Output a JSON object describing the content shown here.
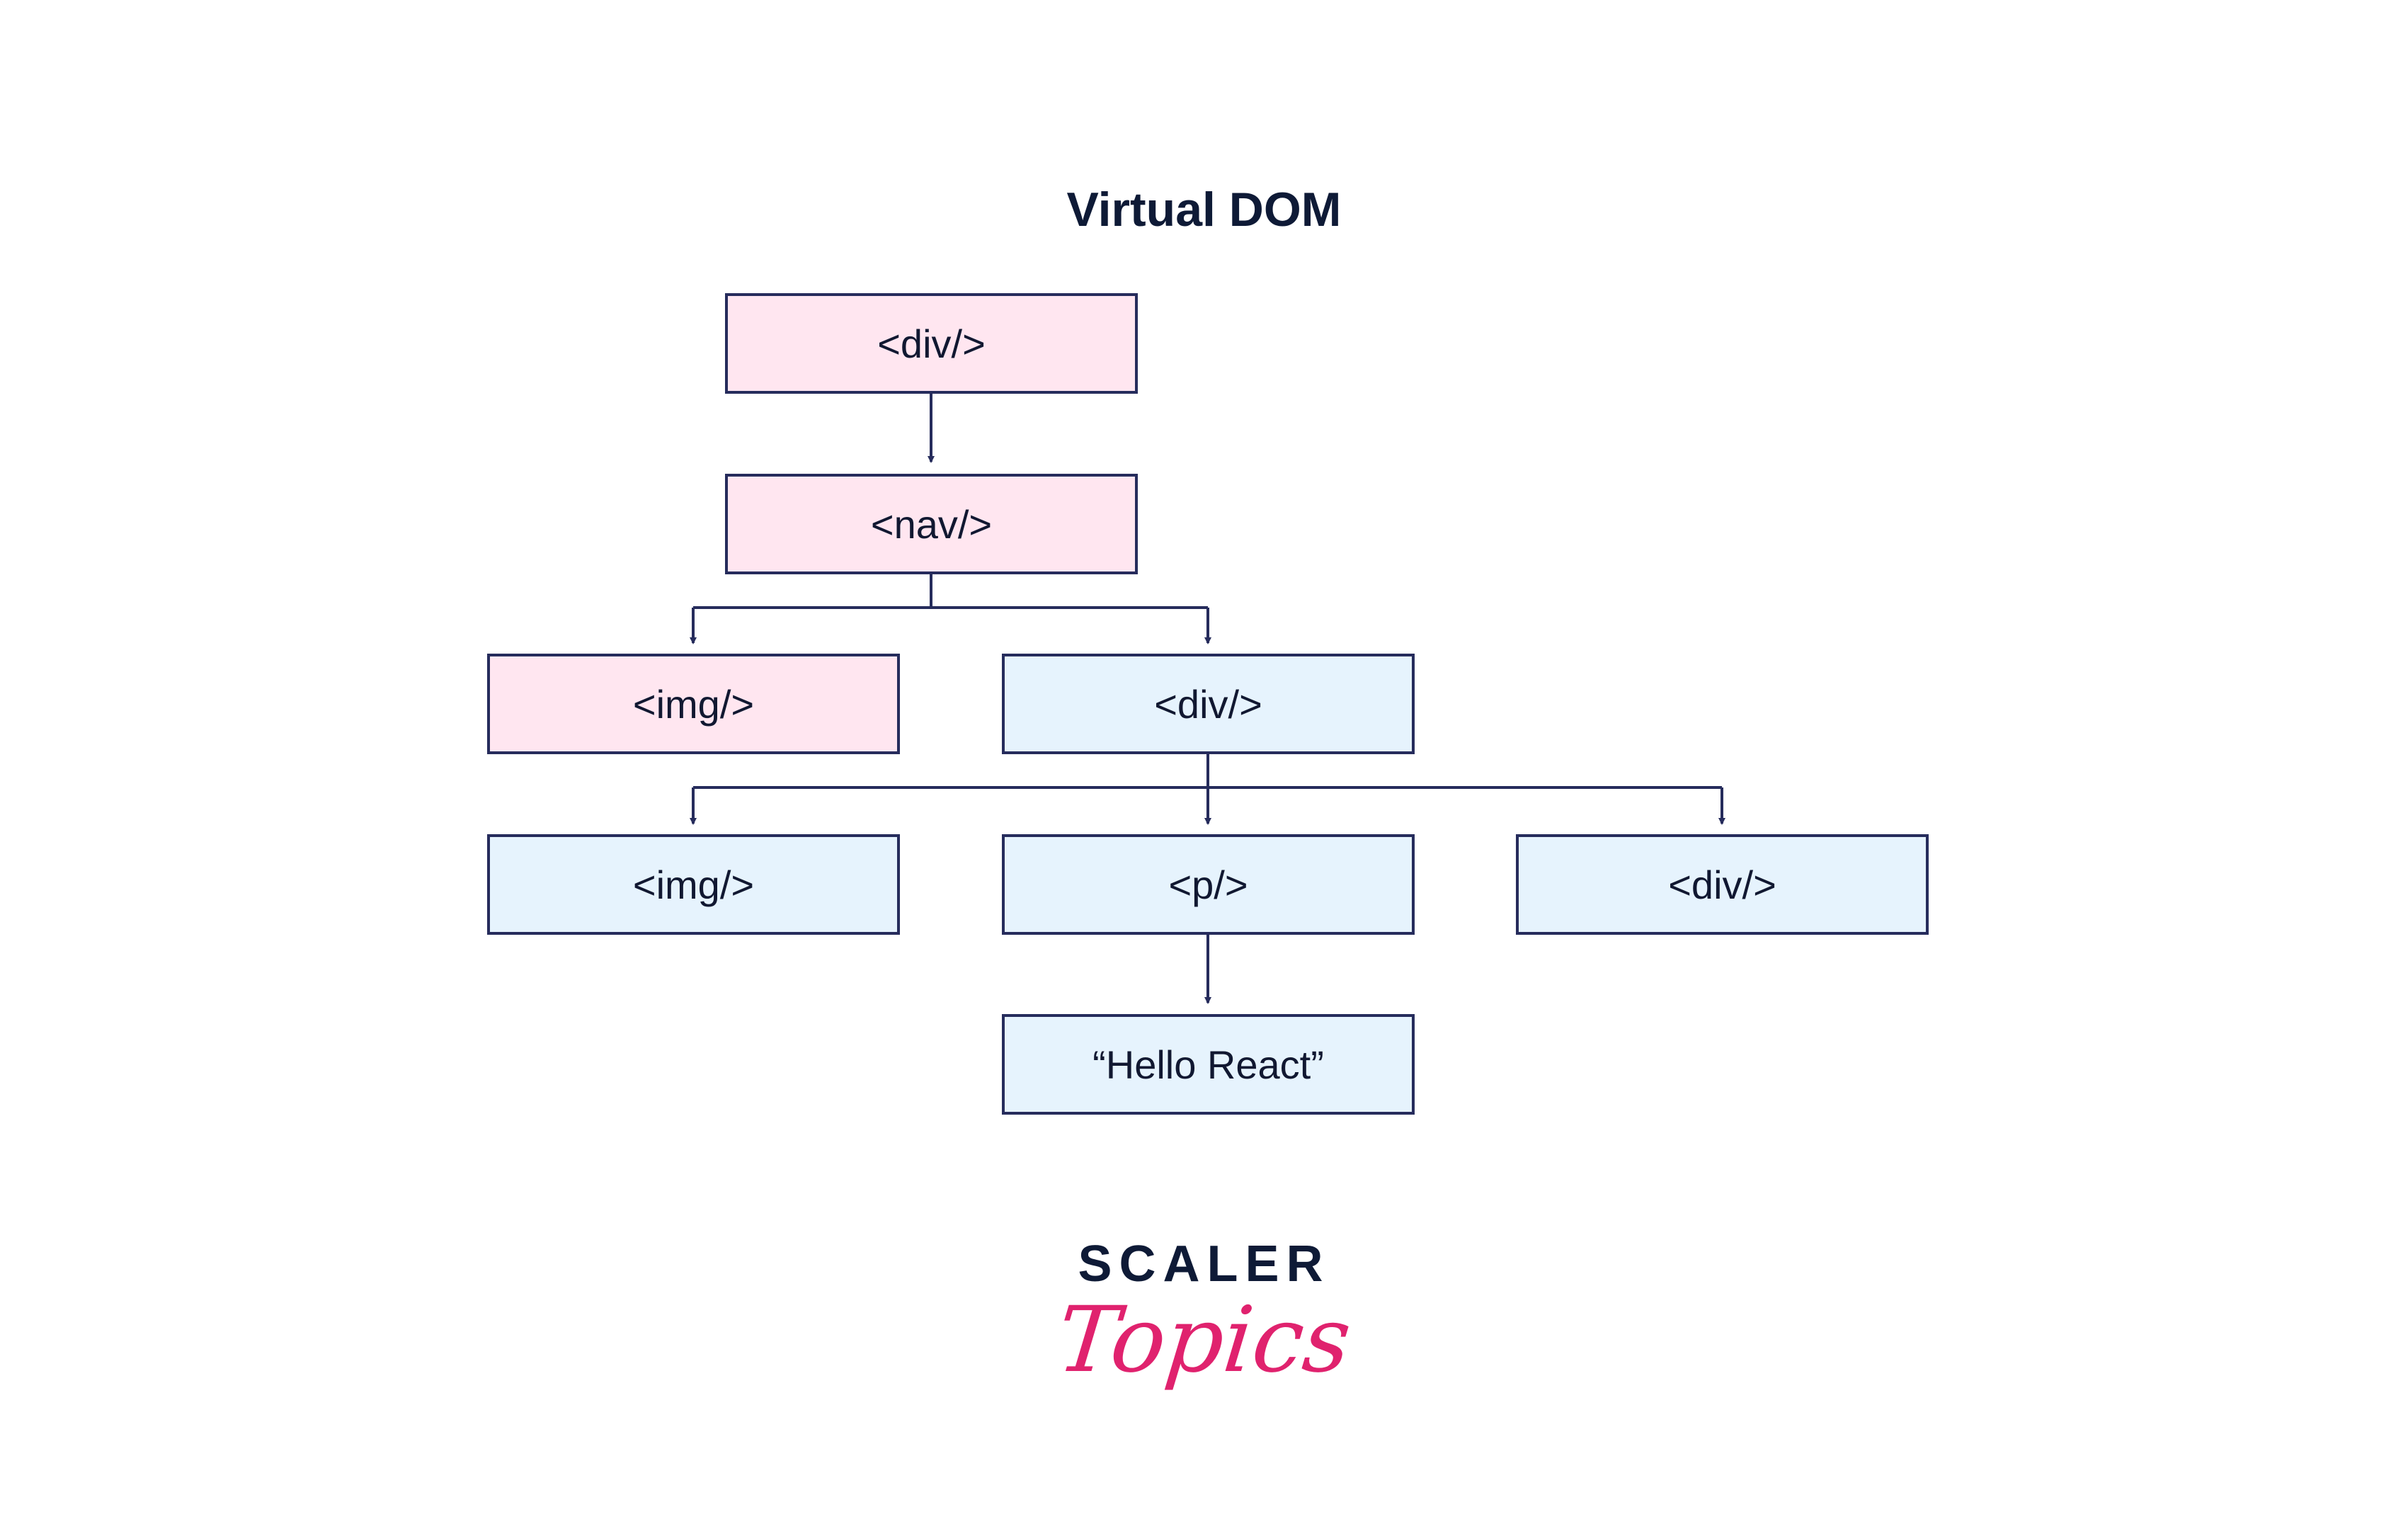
{
  "title": "Virtual DOM",
  "nodes": {
    "root_div": {
      "label": "<div/>",
      "color": "#ffe6f0"
    },
    "nav": {
      "label": "<nav/>",
      "color": "#ffe6f0"
    },
    "img_old": {
      "label": "<img/>",
      "color": "#ffe6f0"
    },
    "div_mid": {
      "label": "<div/>",
      "color": "#e6f3fd"
    },
    "img_new": {
      "label": "<img/>",
      "color": "#e6f3fd"
    },
    "p": {
      "label": "<p/>",
      "color": "#e6f3fd"
    },
    "div_right": {
      "label": "<div/>",
      "color": "#e6f3fd"
    },
    "text": {
      "label": "“Hello React”",
      "color": "#e6f3fd"
    }
  },
  "edges": [
    [
      "root_div",
      "nav"
    ],
    [
      "nav",
      "img_old"
    ],
    [
      "nav",
      "div_mid"
    ],
    [
      "div_mid",
      "img_new"
    ],
    [
      "div_mid",
      "p"
    ],
    [
      "div_mid",
      "div_right"
    ],
    [
      "p",
      "text"
    ]
  ],
  "logo": {
    "wordmark": "SCALER",
    "script": "Topics",
    "wordmark_color": "#0e1a36",
    "script_color": "#e0226e"
  },
  "colors": {
    "border": "#262c5c",
    "text": "#111831",
    "pink_fill": "#ffe6f0",
    "blue_fill": "#e6f3fd"
  }
}
